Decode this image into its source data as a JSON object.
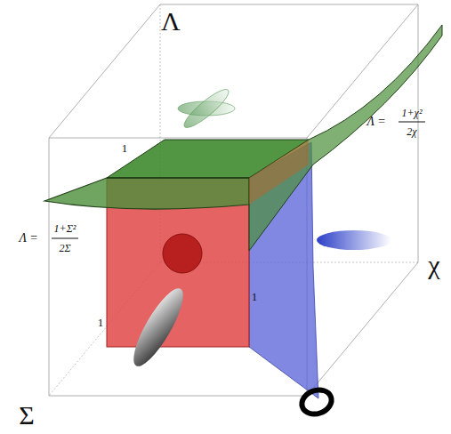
{
  "diagram": {
    "labels": [
      "Λ",
      "1",
      "Λ =",
      "1+χ²",
      "2χ",
      "Λ =",
      "1+Σ²",
      "2Σ",
      "1",
      "χ",
      "1",
      "Σ"
    ]
  }
}
